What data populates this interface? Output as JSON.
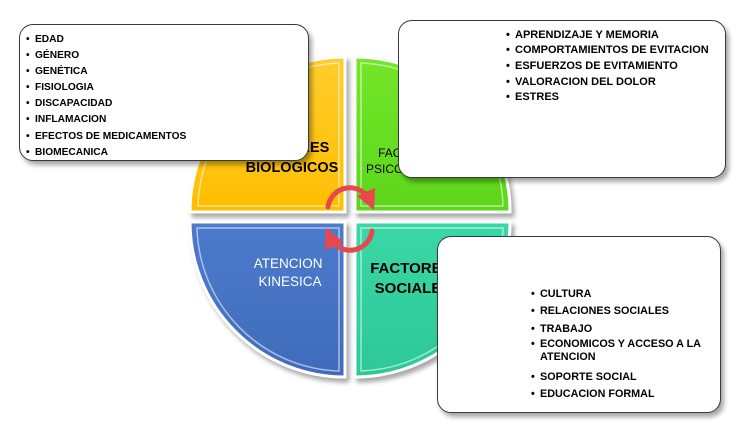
{
  "quadrants": {
    "biologicos": {
      "line1": "FACTORES",
      "line2": "BIOLOGICOS",
      "color": "#FFC000"
    },
    "psicologicos": {
      "line1": "FACTORES",
      "line2": "PSICOLOGICOS",
      "color": "#66DD1E"
    },
    "atencion": {
      "line1": "ATENCION",
      "line2": "KINESICA",
      "color": "#4472C4"
    },
    "sociales": {
      "line1": "FACTORES",
      "line2": "SOCIALES",
      "color": "#33D2A0"
    }
  },
  "boxes": {
    "biologicos": [
      "EDAD",
      "GÉNERO",
      "GENÉTICA",
      "FISIOLOGIA",
      "DISCAPACIDAD",
      "INFLAMACION",
      "EFECTOS DE MEDICAMENTOS",
      "BIOMECANICA"
    ],
    "psicologicos": [
      "APRENDIZAJE Y MEMORIA",
      "COMPORTAMIENTOS DE EVITACION",
      "ESFUERZOS DE EVITAMIENTO",
      "VALORACION DEL DOLOR",
      "ESTRES"
    ],
    "sociales": [
      "CULTURA",
      "RELACIONES SOCIALES",
      "TRABAJO",
      "ECONOMICOS Y ACCESO A LA ATENCION",
      "SOPORTE SOCIAL",
      "EDUCACION FORMAL"
    ]
  },
  "center_arrows": {
    "icon": "cycle-arrows-icon",
    "color": "#E8474B"
  }
}
